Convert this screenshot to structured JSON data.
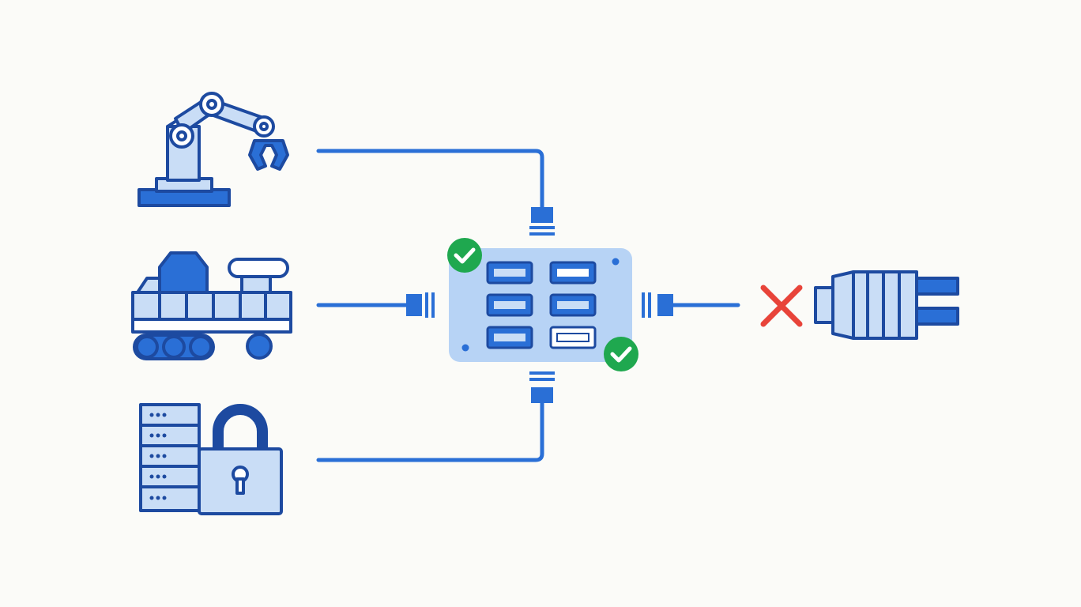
{
  "colors": {
    "background": "#fbfbf8",
    "primary_blue": "#2a6fd6",
    "dark_blue": "#1d4aa0",
    "light_blue": "#c9ddf6",
    "hub_fill": "#b7d3f5",
    "check_green": "#1fa84f",
    "cross_red": "#e8443a"
  },
  "devices": [
    {
      "id": "robot-arm",
      "icon": "robot-arm-icon"
    },
    {
      "id": "conveyor",
      "icon": "conveyor-machine-icon"
    },
    {
      "id": "secure-server",
      "icon": "server-lock-icon"
    }
  ],
  "hub": {
    "icon": "network-switch-icon",
    "ports": 6,
    "status_icons": [
      "check-icon",
      "check-icon"
    ]
  },
  "rejected_device": {
    "icon": "legacy-connector-icon",
    "status_icon": "cross-icon"
  }
}
